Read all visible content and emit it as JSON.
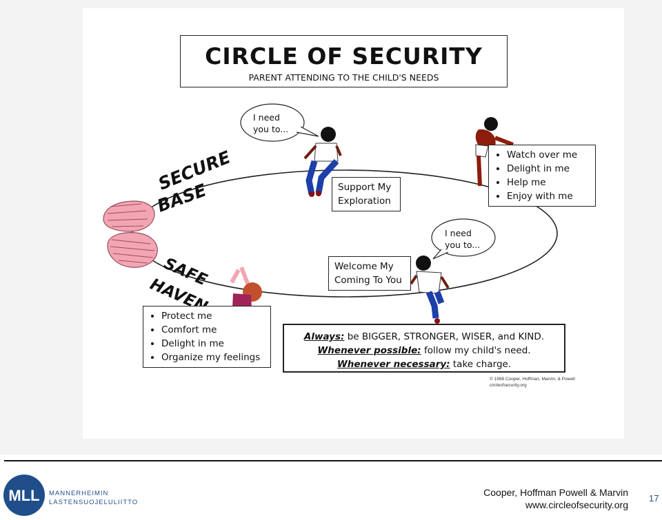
{
  "title": {
    "main": "CIRCLE OF SECURITY",
    "sub": "PARENT ATTENDING TO THE CHILD'S NEEDS"
  },
  "circle": {
    "secure_base": [
      "SECURE",
      "BASE"
    ],
    "safe_haven": [
      "SAFE",
      "HAVEN"
    ]
  },
  "bubbles": {
    "top": [
      "I need",
      "you to..."
    ],
    "right": [
      "I need",
      "you to..."
    ]
  },
  "boxes": {
    "support": [
      "Support My",
      "Exploration"
    ],
    "welcome": [
      "Welcome My",
      "Coming To You"
    ],
    "exploration_needs": [
      "Watch over me",
      "Delight in me",
      "Help me",
      "Enjoy with me"
    ],
    "haven_needs": [
      "Protect me",
      "Comfort me",
      "Delight in me",
      "Organize my feelings"
    ]
  },
  "principles": {
    "always_label": "Always:",
    "always_text": "be BIGGER, STRONGER, WISER, and KIND.",
    "possible_label": "Whenever possible:",
    "possible_text": "follow my child's need.",
    "necessary_label": "Whenever necessary:",
    "necessary_text": "take charge."
  },
  "copyright": [
    "© 1998 Cooper, Hoffman, Marvin, & Powell",
    "circleofsecurity.org"
  ],
  "footer": {
    "logo_text": "MLL",
    "org_line1": "MANNERHEIMIN",
    "org_line2": "LASTENSUOJELULIITTO",
    "credit_line1": "Cooper, Hoffman Powell & Marvin",
    "credit_line2": "www.circleofsecurity.org",
    "page_number": "17"
  },
  "colors": {
    "hands": "#f2a6b4",
    "child_shirt": "#ffffff",
    "child_pants": "#1c3fa8",
    "child_skin": "#6a1e10",
    "toddler_shirt": "#a0245a",
    "logo_blue": "#1f4e8a"
  }
}
